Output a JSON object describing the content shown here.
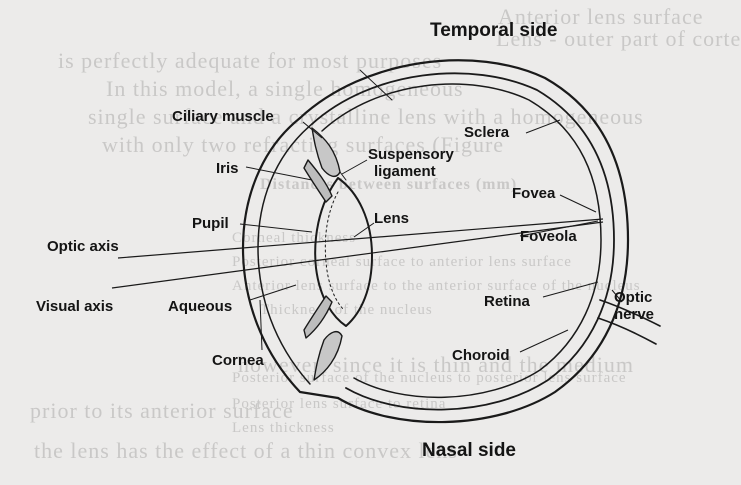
{
  "background_text": [
    "Anterior lens surface",
    "Lens - outer part of cortex",
    "is perfectly adequate for most purposes",
    "In this model, a single homogeneous",
    "single surface and a crystalline lens with a homogeneous",
    "with only two refracting surfaces (Figure",
    "Distances between surfaces (mm)",
    "Corneal thickness",
    "Posterior corneal surface to anterior lens surface",
    "Anterior lens surface to the anterior surface of the nucleus",
    "Thickness of the nucleus",
    "Posterior surface of the nucleus to posterior lens surface",
    "Posterior lens surface to retina",
    "Lens thickness",
    "however, since it is thin and the medium",
    "prior to its anterior surface",
    "the lens has the effect of a thin convex lens"
  ],
  "labels": {
    "temporal_side": "Temporal side",
    "nasal_side": "Nasal  side",
    "ciliary_muscle": "Ciliary muscle",
    "sclera": "Sclera",
    "iris": "Iris",
    "suspensory_ligament_line1": "Suspensory",
    "suspensory_ligament_line2": "ligament",
    "fovea": "Fovea",
    "pupil": "Pupil",
    "lens": "Lens",
    "foveola": "Foveola",
    "optic_axis": "Optic axis",
    "visual_axis": "Visual axis",
    "aqueous": "Aqueous",
    "retina": "Retina",
    "optic_nerve_line1": "Optic",
    "optic_nerve_line2": "nerve",
    "cornea": "Cornea",
    "choroid": "Choroid"
  }
}
